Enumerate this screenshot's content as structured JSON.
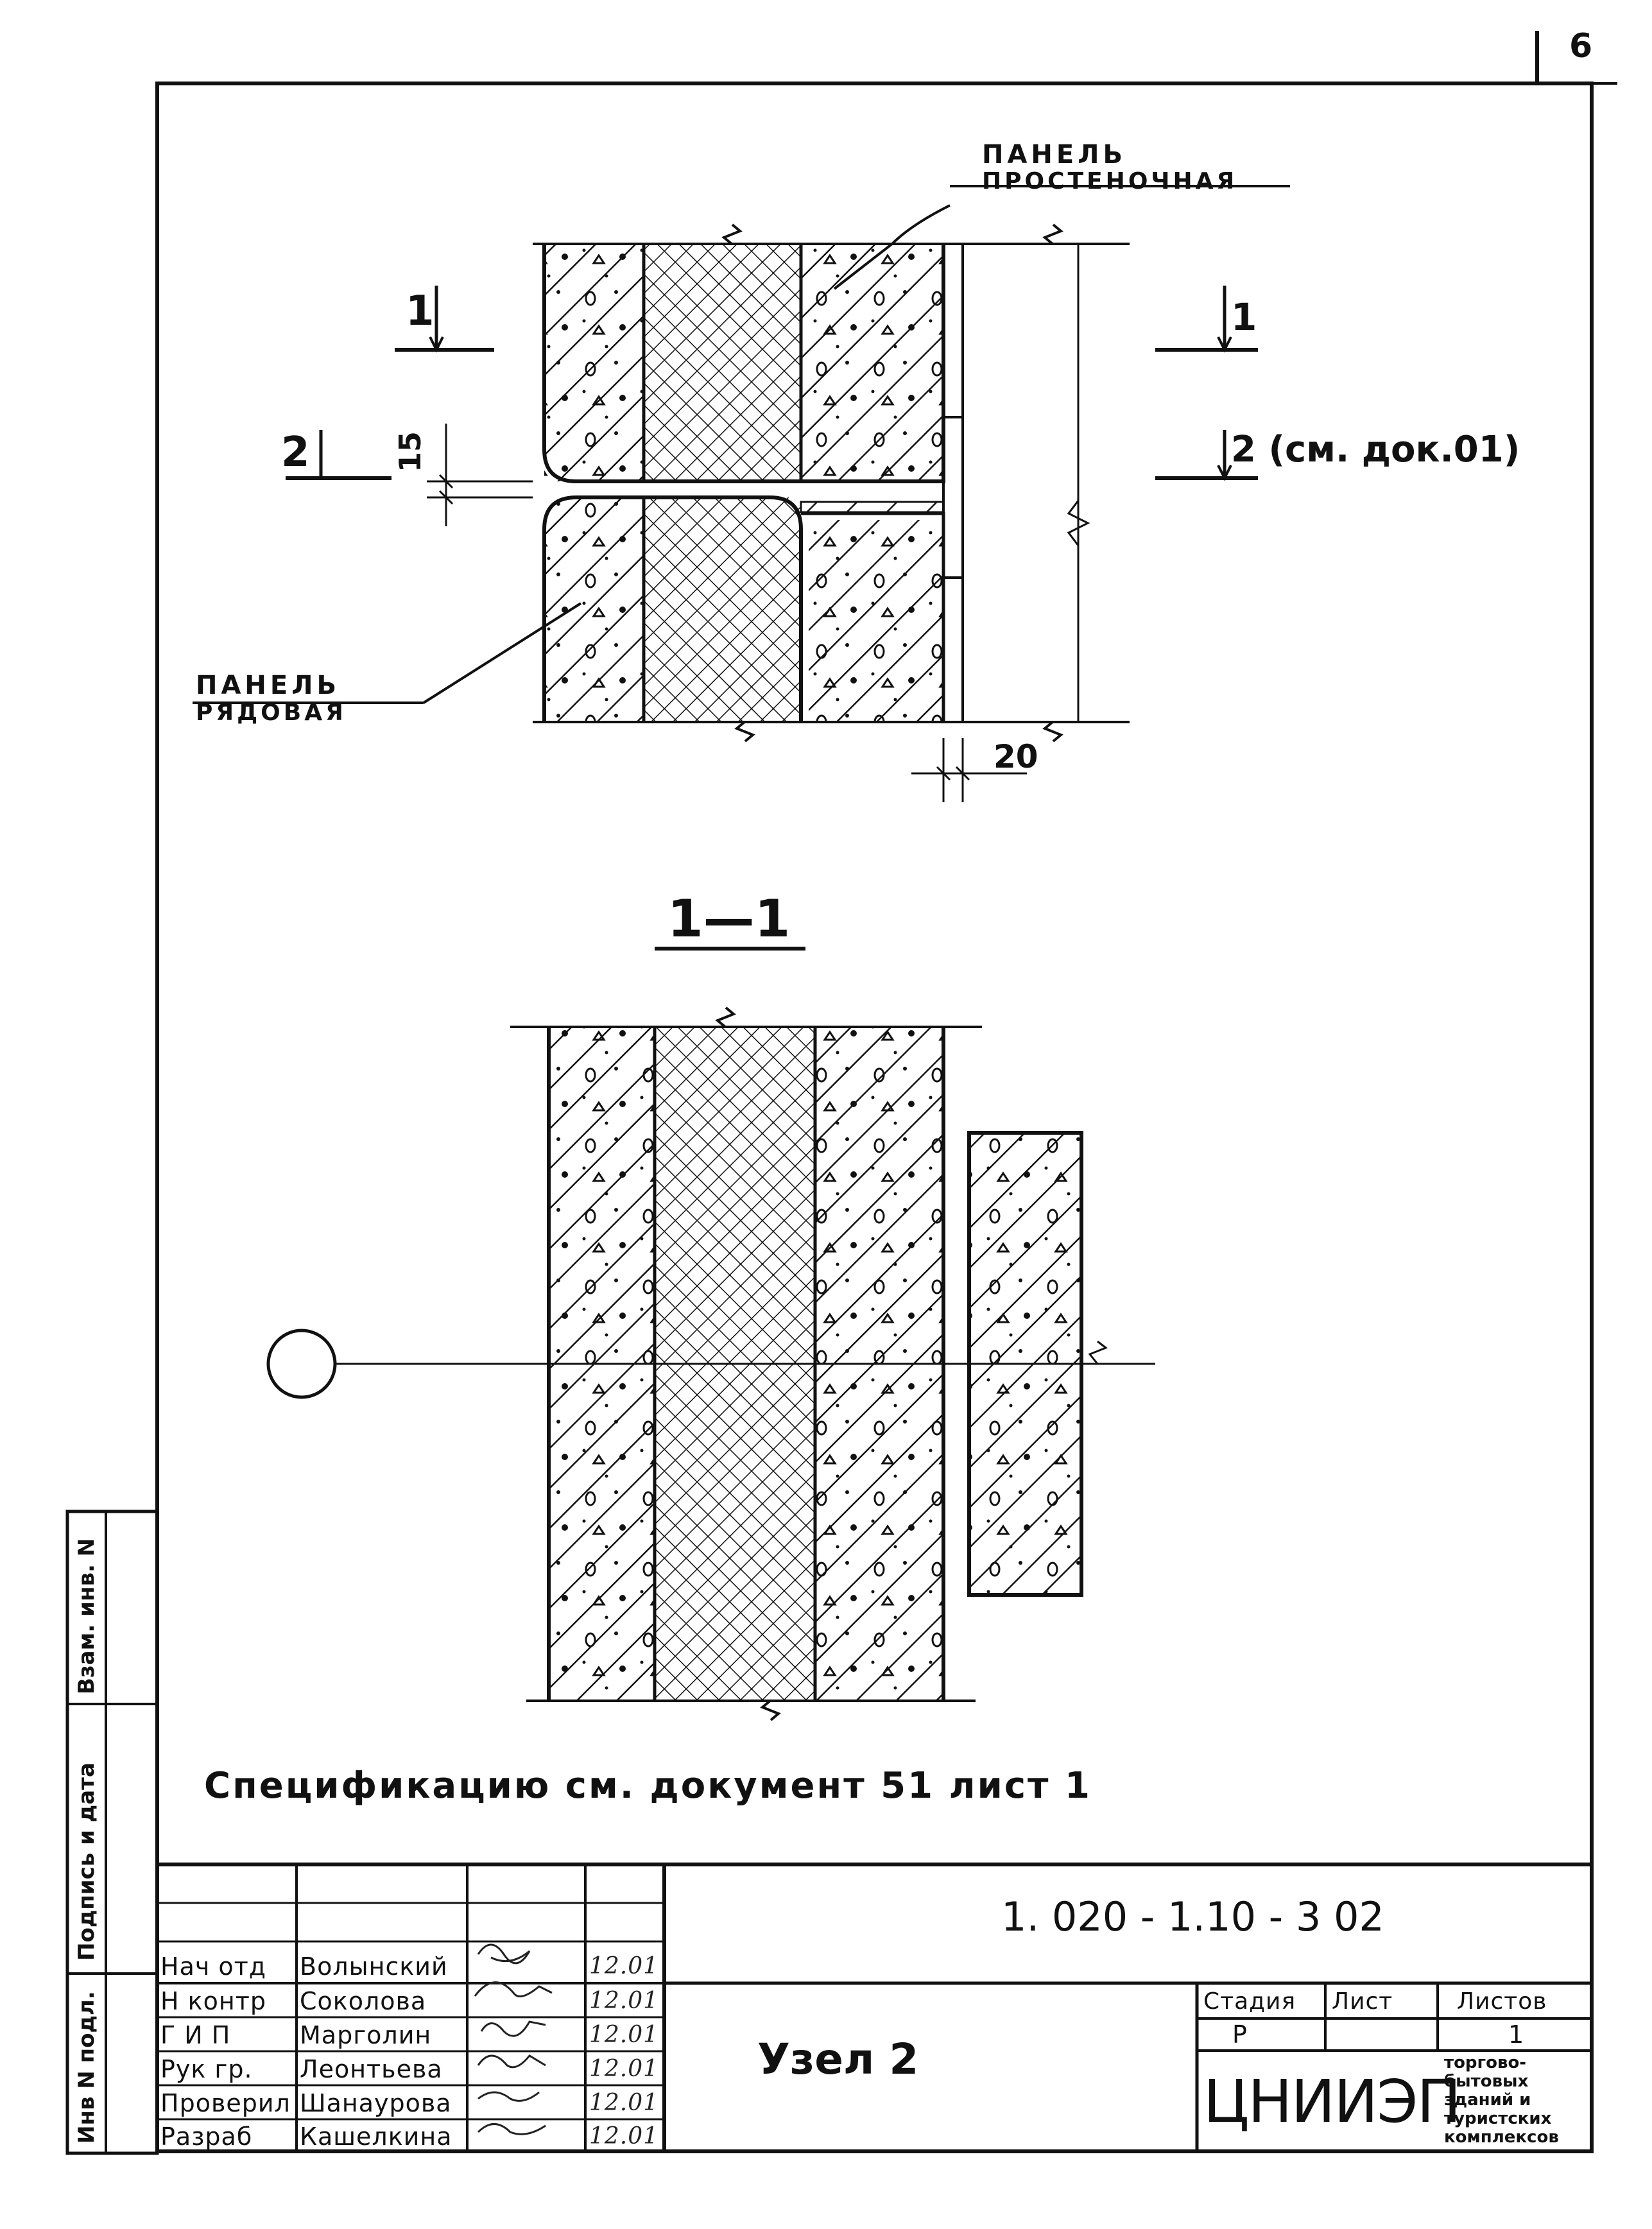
{
  "sheet_number": "6",
  "labels": {
    "panel_top_line1": "ПАНЕЛЬ",
    "panel_top_line2": "ПРОСТЕНОЧНАЯ",
    "panel_bottom_line1": "ПАНЕЛЬ",
    "panel_bottom_line2": "РЯДОВАЯ",
    "section1_left": "1",
    "section2_left": "2",
    "section1_right": "1",
    "section2_right": "2 (см. док.01)",
    "dim_15": "15",
    "dim_20": "20",
    "section_title": "1—1"
  },
  "specification_note": "Спецификацию см. документ 51 лист 1",
  "side_stamp": {
    "col1": "Инв N подл.",
    "col2": "Подпись и дата",
    "col3": "Взам. инв. N"
  },
  "title_block": {
    "document_code": "1. 020 - 1.10 - 3 02",
    "title": "Узел 2",
    "stage_header": "Стадия",
    "sheet_header": "Лист",
    "sheets_header": "Листов",
    "stage_value": "Р",
    "sheet_value": "",
    "sheets_value": "1",
    "org_name": "ЦНИИЭП",
    "org_desc": [
      "торгово-",
      "бытовых",
      "зданий и",
      "туристских",
      "комплексов"
    ],
    "staff": [
      {
        "role": "Нач отд",
        "name": "Волынский",
        "sign": "",
        "date": "12.01"
      },
      {
        "role": "Н контр",
        "name": "Соколова",
        "sign": "",
        "date": "12.01"
      },
      {
        "role": "Г И П",
        "name": "Марголин",
        "sign": "",
        "date": "12.01"
      },
      {
        "role": "Рук гр.",
        "name": "Леонтьева",
        "sign": "",
        "date": "12.01"
      },
      {
        "role": "Проверил",
        "name": "Шанаурова",
        "sign": "",
        "date": "12.01"
      },
      {
        "role": "Разраб",
        "name": "Кашелкина",
        "sign": "",
        "date": "12.01"
      }
    ]
  }
}
